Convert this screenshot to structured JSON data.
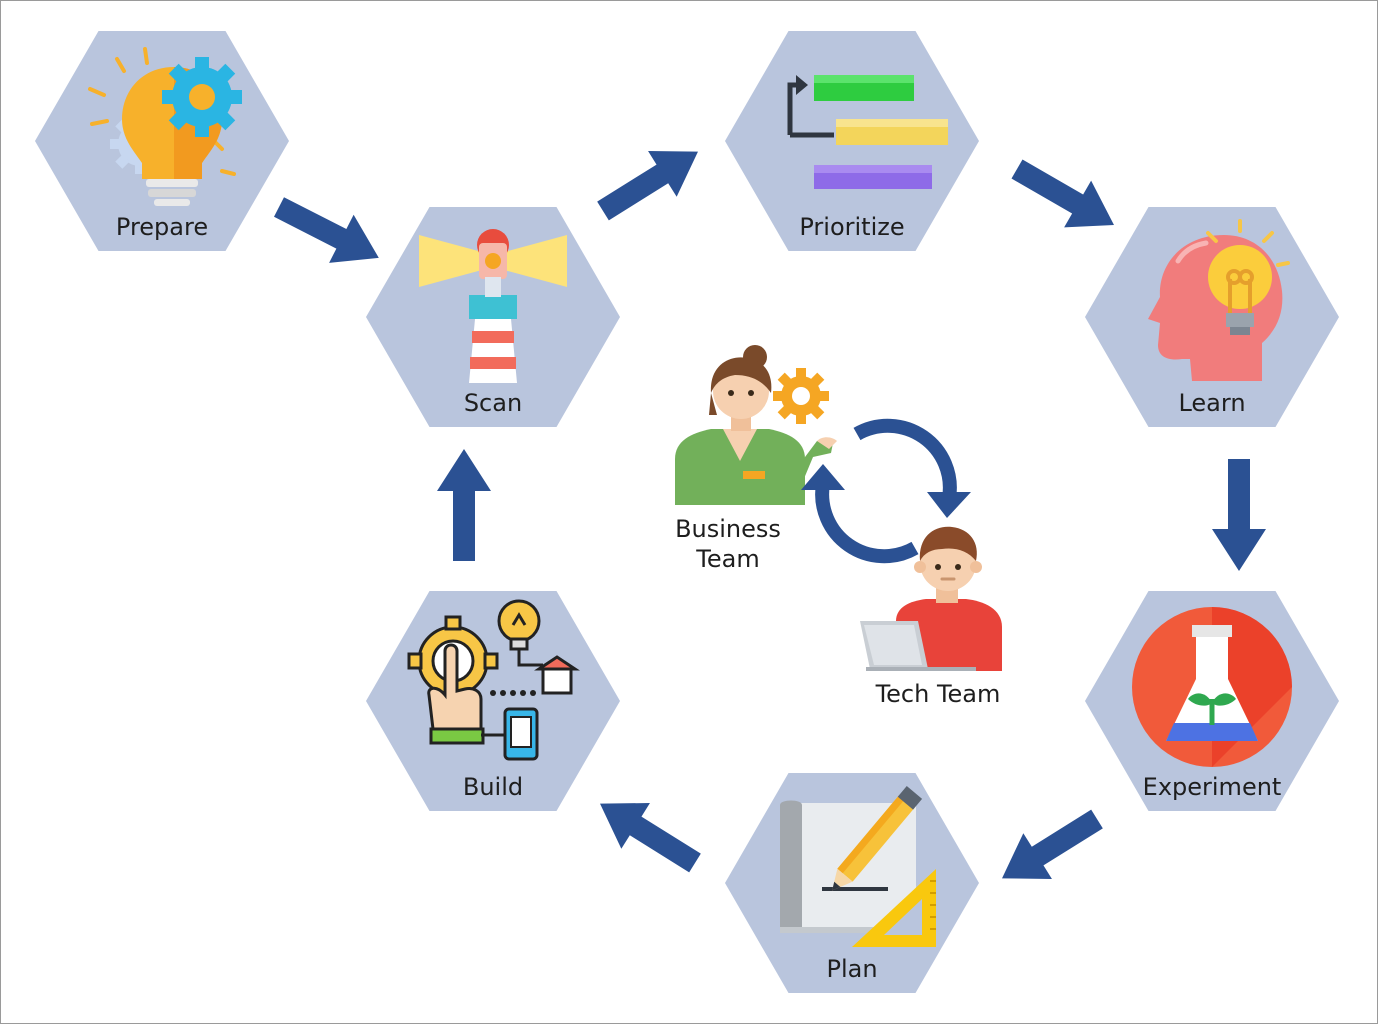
{
  "stages": {
    "prepare": {
      "label": "Prepare",
      "icon": "lightbulb-gears-icon"
    },
    "scan": {
      "label": "Scan",
      "icon": "lighthouse-icon"
    },
    "prioritize": {
      "label": "Prioritize",
      "icon": "priority-bars-icon"
    },
    "learn": {
      "label": "Learn",
      "icon": "head-lightbulb-icon"
    },
    "experiment": {
      "label": "Experiment",
      "icon": "flask-sprout-icon"
    },
    "plan": {
      "label": "Plan",
      "icon": "blueprint-pencil-icon"
    },
    "build": {
      "label": "Build",
      "icon": "hand-gear-devices-icon"
    }
  },
  "center": {
    "business_line1": "Business",
    "business_line2": "Team",
    "tech": "Tech Team"
  },
  "colors": {
    "hexagon": "#b9c5dd",
    "arrow": "#2b5193",
    "cycle": "#2b5193"
  }
}
